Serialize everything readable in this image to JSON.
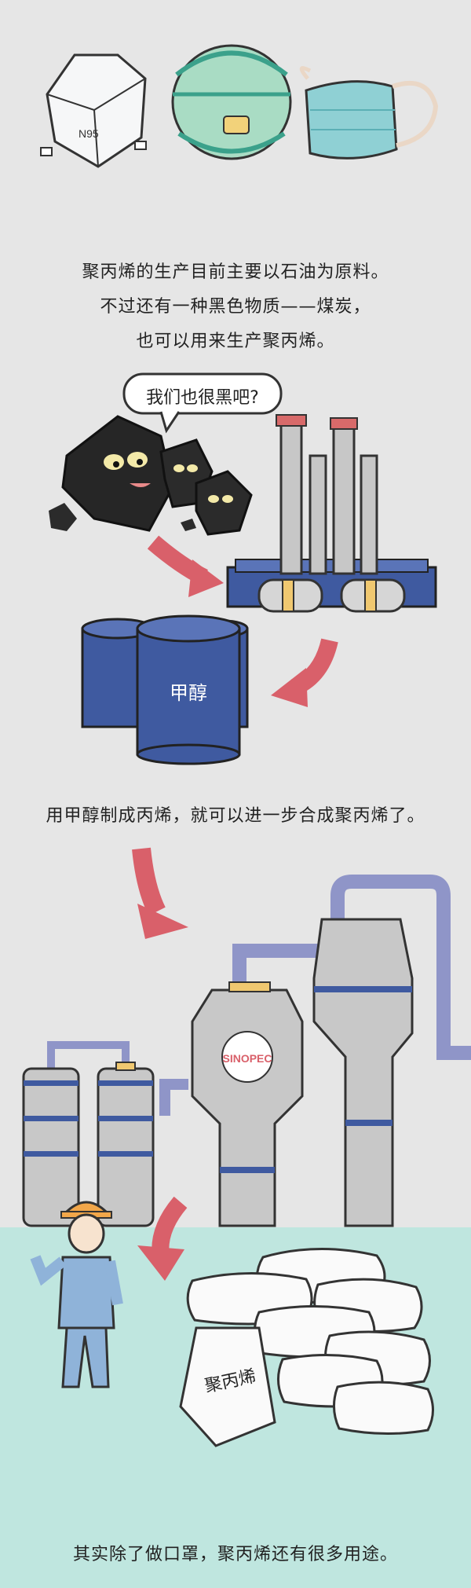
{
  "masks": {
    "n95_label": "N95"
  },
  "intro": {
    "line1": "聚丙烯的生产目前主要以石油为原料。",
    "line2": "不过还有一种黑色物质——煤炭，",
    "line3": "也可以用来生产聚丙烯。"
  },
  "coal": {
    "speech": "我们也很黑吧?"
  },
  "drum": {
    "label": "甲醇"
  },
  "methanol_text": "用甲醇制成丙烯，就可以进一步合成聚丙烯了。",
  "bag": {
    "label": "聚丙烯"
  },
  "closing_text": "其实除了做口罩，聚丙烯还有很多用途。",
  "colors": {
    "accent_red": "#d9606a",
    "steel_blue": "#3f5aa0",
    "gray_bg": "#e6e6e6",
    "teal_bg": "#bfe6df",
    "pipe": "#8f95c8"
  }
}
